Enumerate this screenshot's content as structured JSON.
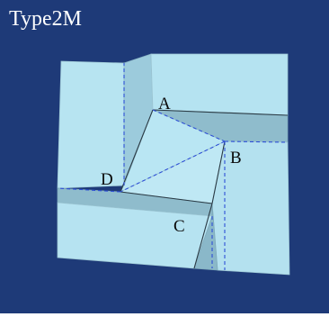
{
  "title": "Type2M",
  "vertex_labels": {
    "a": "A",
    "b": "B",
    "c": "C",
    "d": "D"
  },
  "colors": {
    "background": "#1e3a78",
    "outer_white": "#ffffff",
    "paper_face": "#b3e2f0",
    "paper_face_light": "#c2e9f5",
    "paper_shade": "#92c2d3",
    "paper_shade_dark": "#7fadbf",
    "crease_solid": "#2a3a44",
    "crease_dashed": "#2e4fd6",
    "label_text": "#0a0a0a",
    "title_text": "#ffffff"
  }
}
